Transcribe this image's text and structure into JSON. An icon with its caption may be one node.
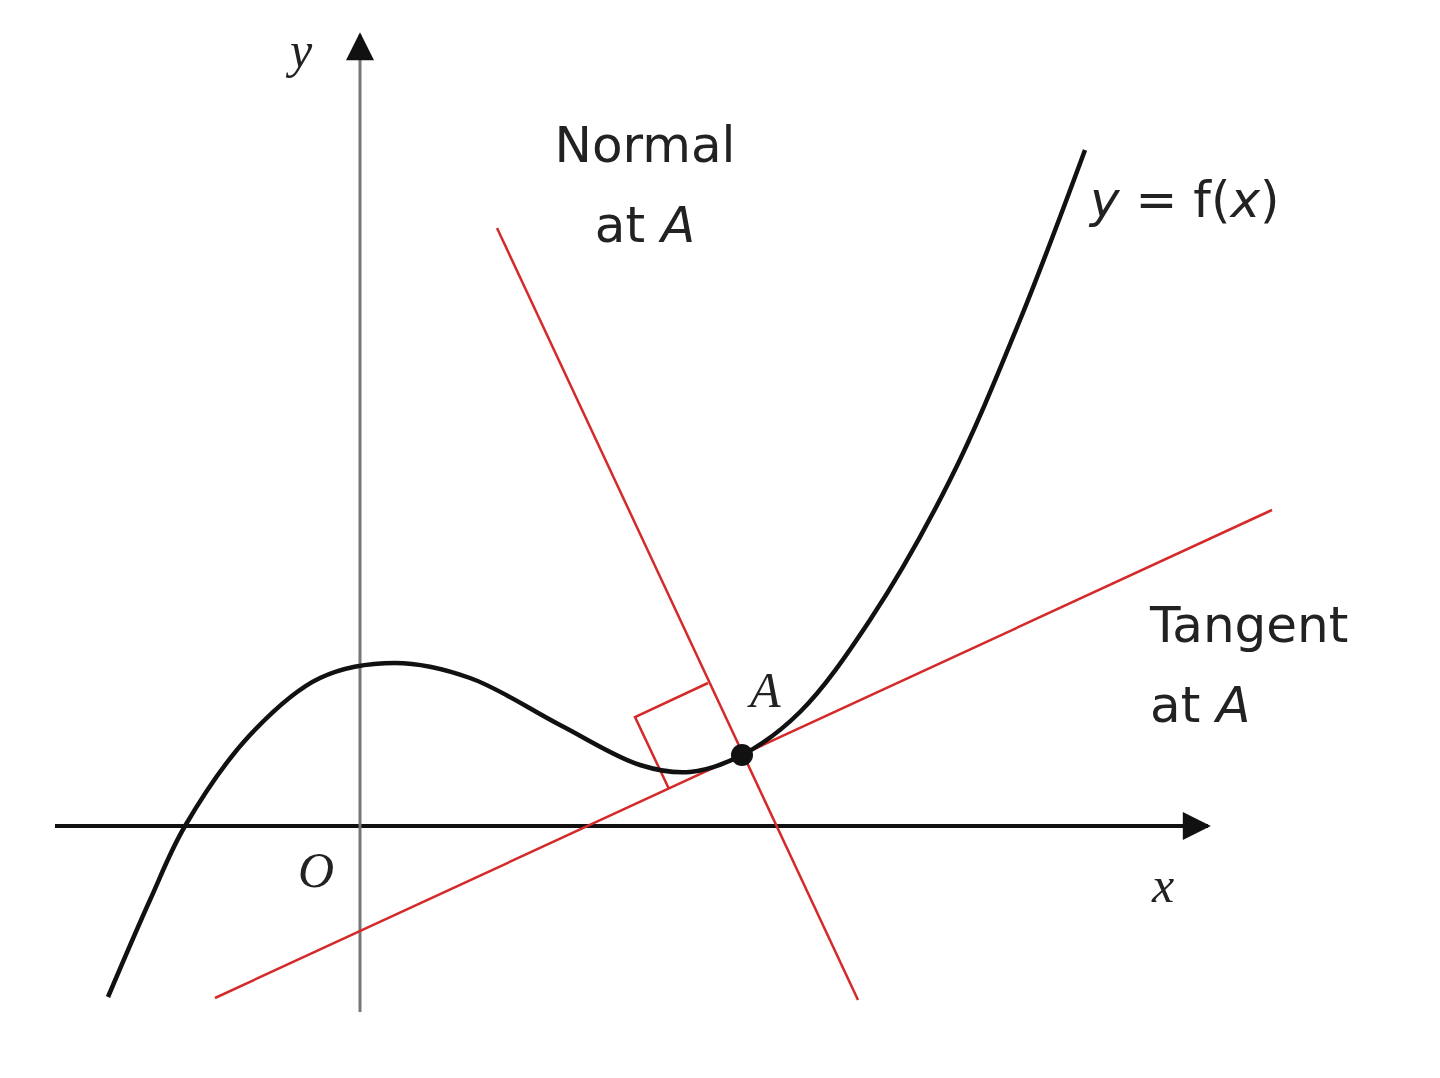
{
  "diagram": {
    "labels": [
      "y",
      "Normal at *A*",
      "*y* = f(*x*)",
      "Tangent at *A*",
      "A",
      "O",
      "x"
    ]
  }
}
